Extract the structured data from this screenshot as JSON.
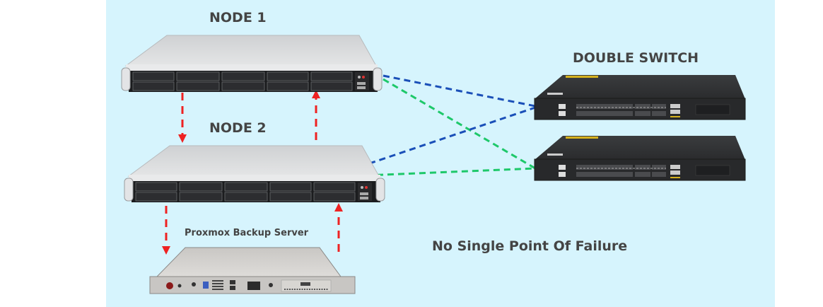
{
  "diagram": {
    "title": "No Single Point Of Failure",
    "background_color": "#d6f4fd",
    "nodes": [
      {
        "id": "node1",
        "label": "NODE 1",
        "type": "rack-server-1u"
      },
      {
        "id": "node2",
        "label": "NODE 2",
        "type": "rack-server-1u"
      },
      {
        "id": "switch-group",
        "label": "DOUBLE SWITCH",
        "type": "network-switch",
        "count": 2
      },
      {
        "id": "pbs",
        "label": "Proxmox Backup Server",
        "type": "backup-appliance-1u"
      }
    ],
    "edges": [
      {
        "from": "node1",
        "to": "switch1",
        "style": "dashed",
        "color": "#1a4fb8"
      },
      {
        "from": "node1",
        "to": "switch2",
        "style": "dashed",
        "color": "#1ec86a"
      },
      {
        "from": "node2",
        "to": "switch1",
        "style": "dashed",
        "color": "#1a4fb8"
      },
      {
        "from": "node2",
        "to": "switch2",
        "style": "dashed",
        "color": "#1ec86a"
      },
      {
        "from": "node1",
        "to": "node2",
        "style": "dashed-arrow",
        "color": "#ee2222"
      },
      {
        "from": "node2",
        "to": "node1",
        "style": "dashed-arrow",
        "color": "#ee2222"
      },
      {
        "from": "node2",
        "to": "pbs",
        "style": "dashed-arrow",
        "color": "#ee2222"
      },
      {
        "from": "pbs",
        "to": "node2",
        "style": "dashed-arrow",
        "color": "#ee2222"
      }
    ],
    "colors": {
      "text": "#444444",
      "link_blue": "#1a4fb8",
      "link_green": "#1ec86a",
      "replication_red": "#ee2222"
    }
  }
}
